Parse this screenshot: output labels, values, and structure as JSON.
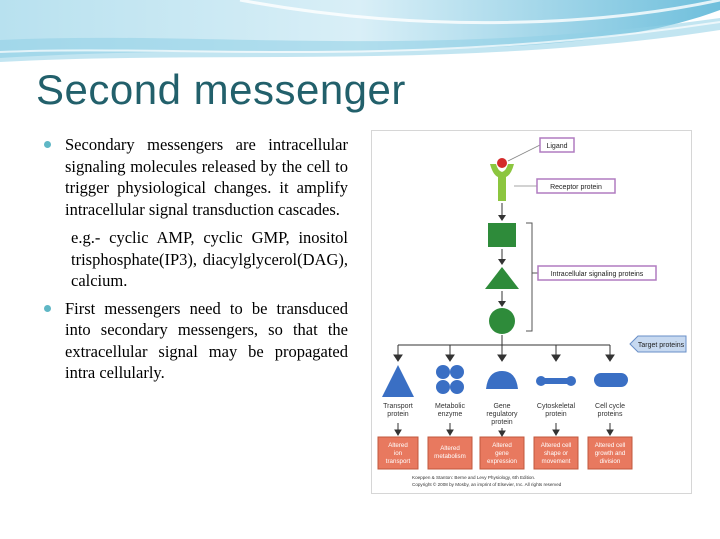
{
  "slide": {
    "title": "Second messenger",
    "bullets": [
      {
        "text": "Secondary messengers are intracellular signaling molecules released by the cell to trigger physiological changes. it amplify intracellular signal transduction cascades."
      },
      {
        "text": "First messengers need to be transduced into secondary messengers, so that the extracellular signal may be propagated intra cellularly."
      }
    ],
    "example": "e.g.- cyclic AMP, cyclic GMP, inositol trisphosphate(IP3), diacylglycerol(DAG), calcium."
  },
  "figure": {
    "ligand_label": "Ligand",
    "receptor_label": "Receptor protein",
    "intracellular_label": "Intracellular signaling proteins",
    "target_label": "Target proteins",
    "targets": [
      {
        "line1": "Transport",
        "line2": "protein",
        "line3": ""
      },
      {
        "line1": "Metabolic",
        "line2": "enzyme",
        "line3": ""
      },
      {
        "line1": "Gene",
        "line2": "regulatory",
        "line3": "protein"
      },
      {
        "line1": "Cytoskeletal",
        "line2": "protein",
        "line3": ""
      },
      {
        "line1": "Cell cycle",
        "line2": "proteins",
        "line3": ""
      }
    ],
    "responses": [
      {
        "line1": "Altered",
        "line2": "ion",
        "line3": "transport"
      },
      {
        "line1": "Altered",
        "line2": "metabolism",
        "line3": ""
      },
      {
        "line1": "Altered",
        "line2": "gene",
        "line3": "expression"
      },
      {
        "line1": "Altered cell",
        "line2": "shape or",
        "line3": "movement"
      },
      {
        "line1": "Altered cell",
        "line2": "growth and",
        "line3": "division"
      }
    ],
    "credit_line1": "Koeppen & Stanton: Berne and Levy Physiology, 6th Edition.",
    "credit_line2": "Copyright © 2008 by Mosby, an imprint of Elsevier, Inc. All rights reserved",
    "colors": {
      "box_green": "#2e8b3a",
      "label_box": "#b07cc0",
      "response_box": "#e8795f",
      "target_blue": "#3a6fc4"
    }
  }
}
